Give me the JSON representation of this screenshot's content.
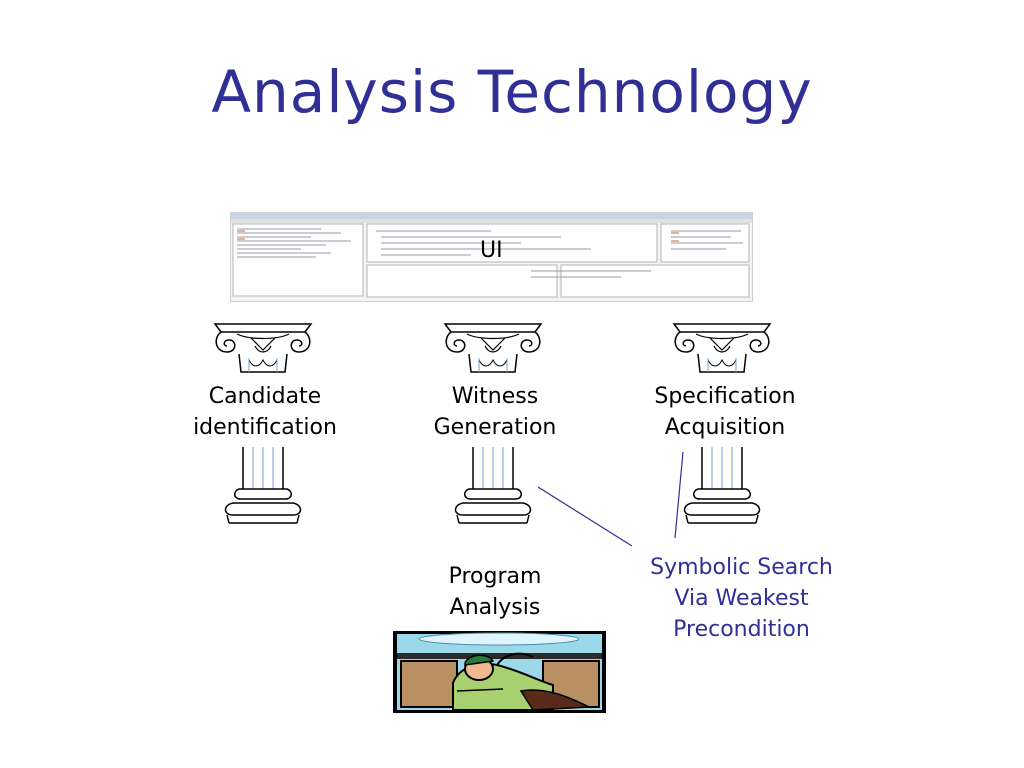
{
  "slide": {
    "title": "Analysis Technology",
    "ui_label": "UI",
    "pillars": [
      {
        "line1": "Candidate",
        "line2": "identification"
      },
      {
        "line1": "Witness",
        "line2": "Generation"
      },
      {
        "line1": "Specification",
        "line2": "Acquisition"
      }
    ],
    "program_analysis": {
      "line1": "Program",
      "line2": "Analysis"
    },
    "callout": {
      "line1": "Symbolic Search",
      "line2": "Via Weakest",
      "line3": "Precondition"
    }
  },
  "colors": {
    "title": "#2f2f96",
    "callout": "#2f2f96",
    "connector": "#2f2f96"
  }
}
